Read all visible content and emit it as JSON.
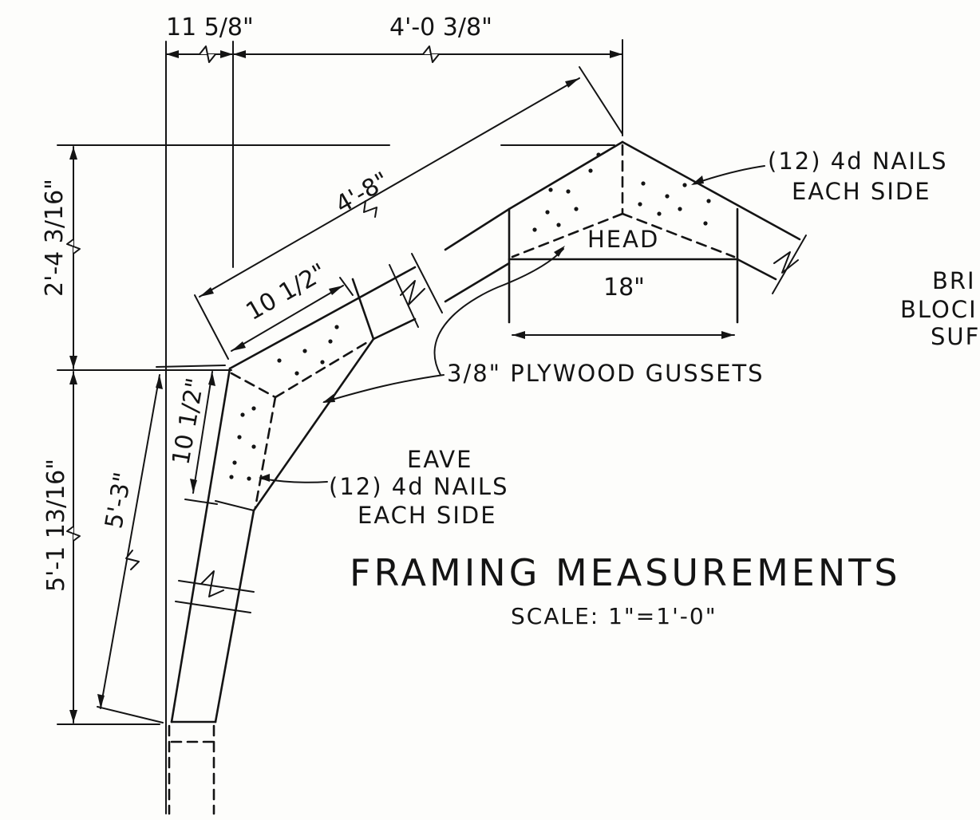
{
  "title": "FRAMING MEASUREMENTS",
  "scale": "SCALE: 1\"=1'-0\"",
  "dimensions": {
    "eave_offset": "11 5/8\"",
    "half_span": "4'-0 3/8\"",
    "rise": "2'-4 3/16\"",
    "rafter_length": "4'-8\"",
    "upper_gusset": "10 1/2\"",
    "lower_gusset": "10 1/2\"",
    "head_gusset_width": "18\"",
    "wall_height": "5'-1 13/16\"",
    "wall_length": "5'-3\""
  },
  "labels": {
    "head": "HEAD",
    "eave": "EAVE",
    "nails_head_line1": "(12) 4d NAILS",
    "nails_head_line2": "EACH SIDE",
    "nails_eave_line1": "(12) 4d NAILS",
    "nails_eave_line2": "EACH SIDE",
    "gussets": "3/8\" PLYWOOD GUSSETS",
    "cut_line1": "BRI",
    "cut_line2": "BLOCI",
    "cut_line3": "SUF"
  }
}
